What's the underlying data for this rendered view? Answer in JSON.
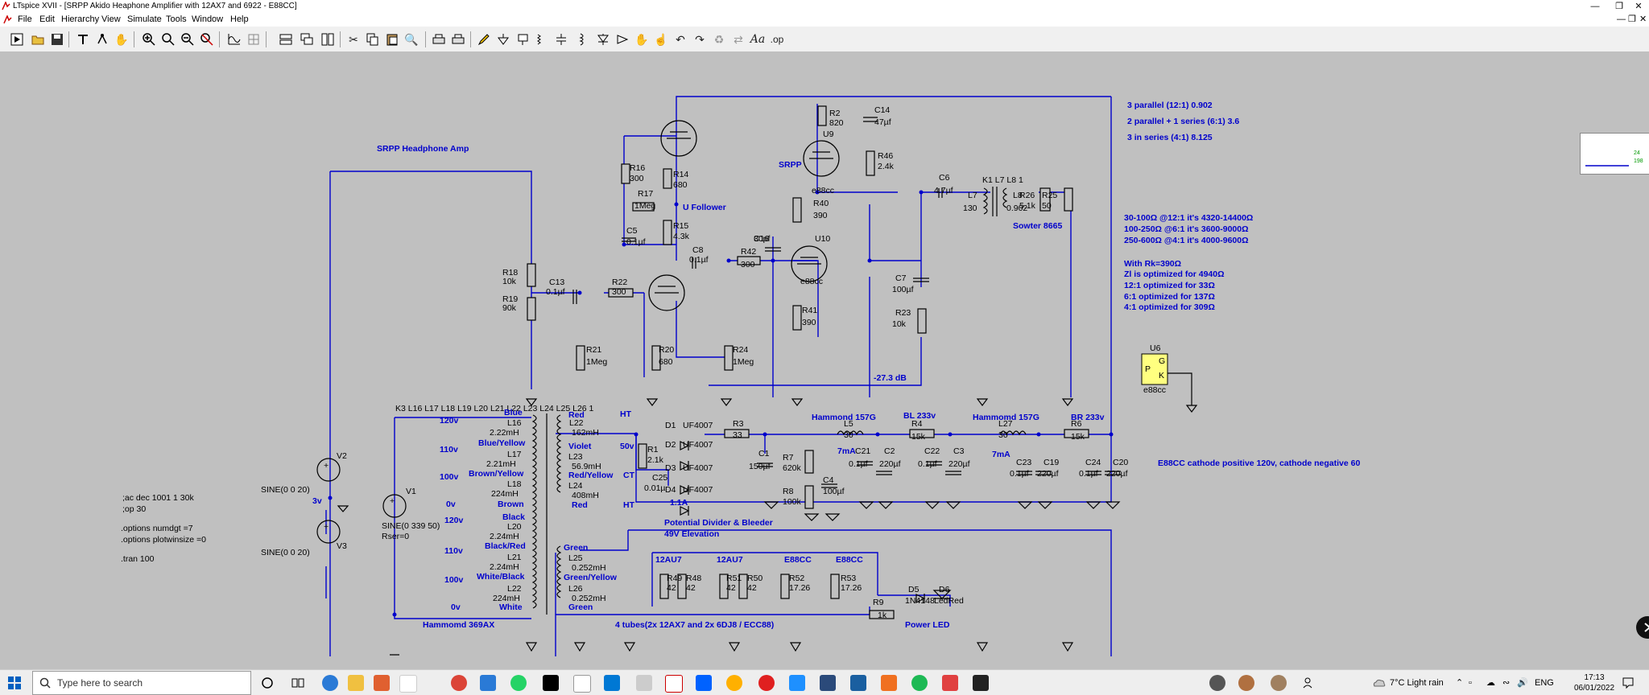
{
  "window": {
    "title": "LTspice XVII - [SRPP Akido Heaphone Amplifier with 12AX7 and 6922 - E88CC]"
  },
  "menu": [
    {
      "label": "File"
    },
    {
      "label": "Edit"
    },
    {
      "label": "Hierarchy"
    },
    {
      "label": "View"
    },
    {
      "label": "Simulate"
    },
    {
      "label": "Tools"
    },
    {
      "label": "Window"
    },
    {
      "label": "Help"
    }
  ],
  "toolbar": {
    "aa_label": "Aa",
    "op_label": ".op"
  },
  "schematic": {
    "header_title": "SRPP Headphone Amp",
    "u_follower": "U Follower",
    "srpp": "SRPP",
    "notes_top": [
      "3 parallel (12:1) 0.902",
      "2 parallel + 1 series (6:1) 3.6",
      "3 in series (4:1) 8.125"
    ],
    "notes_mid": [
      "30-100Ω @12:1 it's 4320-14400Ω",
      "100-250Ω @6:1 it's 3600-9000Ω",
      "250-600Ω @4:1 it's 4000-9600Ω"
    ],
    "notes_rk": [
      "With Rk=390Ω",
      "Zl is optimized for 4940Ω",
      "12:1 optimized for 33Ω",
      "6:1 optimized for 137Ω",
      "4:1 optimized for 309Ω"
    ],
    "cathode_note": "E88CC cathode positive 120v, cathode negative 60",
    "directives": [
      ";ac dec 1001 1 30k",
      ";op 30",
      ".options numdgt =7",
      ".options plotwinsize =0",
      ".tran 100"
    ],
    "gain_db": "-27.3 dB",
    "sowter": "Sowter 8665",
    "k1_label": "K1 L7 L8 1",
    "k3_label": "K3 L16 L17 L18 L19 L20 L21 L22 L23 L24 L25 L26 1",
    "hammond_power": "Hammomd 369AX",
    "tubes_note": "4 tubes(2x 12AX7 and 2x 6DJ8 / ECC88)",
    "power_led": "Power LED",
    "potdiv": "Potential Divider & Bleeder",
    "elevation": "49V Elevation",
    "choke1": "Hammond 157G",
    "choke2": "Hammomd 157G",
    "bl233": "BL 233v",
    "br233": "BR 233v",
    "u6": {
      "ref": "U6",
      "model": "e88cc",
      "pins": [
        "P",
        "G",
        "K"
      ]
    },
    "sources": {
      "v1": {
        "ref": "V1",
        "value": "SINE(0 339 50)",
        "rser": "Rser=0"
      },
      "v2": {
        "ref": "V2",
        "value": "SINE(0 0 20)"
      },
      "v3": {
        "ref": "V3",
        "value": "SINE(0 0 20)"
      },
      "v_3v": "3v"
    },
    "voltages": [
      "120v",
      "110v",
      "100v",
      "0v",
      "120v",
      "110v",
      "100v",
      "0v",
      "50v",
      "HT",
      "CT",
      "HT"
    ],
    "windings": [
      {
        "ref": "L16",
        "val": "2.22mH",
        "color": "Blue"
      },
      {
        "ref": "L17",
        "val": "2.21mH",
        "color": "Blue/Yellow"
      },
      {
        "ref": "L18",
        "val": "224mH",
        "color": "Brown/Yellow"
      },
      {
        "ref": "L19",
        "val": "2.24mH",
        "color": "Brown"
      },
      {
        "ref": "L20",
        "val": "2.24mH",
        "color": "Black"
      },
      {
        "ref": "L21",
        "val": "224mH",
        "color": "Black/Red"
      },
      {
        "ref": "L22",
        "val": "162mH",
        "color": "Red"
      },
      {
        "ref": "L23",
        "val": "56.9mH",
        "color": "Violet"
      },
      {
        "ref": "L24",
        "val": "408mH",
        "color": "Red/Yellow"
      },
      {
        "ref": "L25",
        "val": "0.252mH",
        "color": "Green"
      },
      {
        "ref": "L26",
        "val": "0.252mH",
        "color": "Green/Yellow"
      }
    ],
    "colors_extra": [
      "White/Black",
      "White",
      "Red",
      "Green"
    ],
    "parts": [
      {
        "ref": "R2",
        "val": "820"
      },
      {
        "ref": "C14",
        "val": "47µf"
      },
      {
        "ref": "U9",
        "val": "e88cc"
      },
      {
        "ref": "R46",
        "val": "2.4k"
      },
      {
        "ref": "R16",
        "val": "300"
      },
      {
        "ref": "R14",
        "val": "680"
      },
      {
        "ref": "R17",
        "val": "1Meg"
      },
      {
        "ref": "R15",
        "val": "4.3k"
      },
      {
        "ref": "C5",
        "val": "0.1µf"
      },
      {
        "ref": "C8",
        "val": "0.1µf"
      },
      {
        "ref": "R42",
        "val": "300"
      },
      {
        "ref": "C16",
        "val": "30pf"
      },
      {
        "ref": "U10",
        "val": "e88cc"
      },
      {
        "ref": "R40",
        "val": "390"
      },
      {
        "ref": "R41",
        "val": "390"
      },
      {
        "ref": "R18",
        "val": "10k"
      },
      {
        "ref": "R19",
        "val": "90k"
      },
      {
        "ref": "C13",
        "val": "0.1µf"
      },
      {
        "ref": "R22",
        "val": "300"
      },
      {
        "ref": "R21",
        "val": "1Meg"
      },
      {
        "ref": "R20",
        "val": "680"
      },
      {
        "ref": "R24",
        "val": "1Meg"
      },
      {
        "ref": "C6",
        "val": "4.7µf"
      },
      {
        "ref": "C7",
        "val": "100µf"
      },
      {
        "ref": "R23",
        "val": "10k"
      },
      {
        "ref": "L7",
        "val": "130"
      },
      {
        "ref": "L8",
        "val": "0.902"
      },
      {
        "ref": "R26",
        "val": "5.1k"
      },
      {
        "ref": "R25",
        "val": "50"
      },
      {
        "ref": "D1",
        "val": "UF4007"
      },
      {
        "ref": "D2",
        "val": "UF4007"
      },
      {
        "ref": "D3",
        "val": "UF4007"
      },
      {
        "ref": "D4",
        "val": "UF4007"
      },
      {
        "ref": "R1",
        "val": "2.1k"
      },
      {
        "ref": "C25",
        "val": "0.01µ"
      },
      {
        "ref": "R3",
        "val": "33"
      },
      {
        "ref": "C1",
        "val": "150µf"
      },
      {
        "ref": "R7",
        "val": "620k"
      },
      {
        "ref": "R8",
        "val": "100k"
      },
      {
        "ref": "C4",
        "val": "100µf"
      },
      {
        "ref": "L5",
        "val": "30"
      },
      {
        "ref": "R4",
        "val": "15k"
      },
      {
        "ref": "C21",
        "val": "0.1µf"
      },
      {
        "ref": "C2",
        "val": "220µf"
      },
      {
        "ref": "C22",
        "val": "0.1µf"
      },
      {
        "ref": "C3",
        "val": "220µf"
      },
      {
        "ref": "L27",
        "val": "30"
      },
      {
        "ref": "R6",
        "val": "15k"
      },
      {
        "ref": "C23",
        "val": "0.1µf"
      },
      {
        "ref": "C19",
        "val": "220µf"
      },
      {
        "ref": "C24",
        "val": "0.1µf"
      },
      {
        "ref": "C20",
        "val": "220µf"
      },
      {
        "ref": "R49",
        "val": "42"
      },
      {
        "ref": "R48",
        "val": "42"
      },
      {
        "ref": "R51",
        "val": "42"
      },
      {
        "ref": "R50",
        "val": "42"
      },
      {
        "ref": "R52",
        "val": "17.26"
      },
      {
        "ref": "R53",
        "val": "17.26"
      },
      {
        "ref": "R9",
        "val": "1k"
      },
      {
        "ref": "D5",
        "val": "1N4148"
      },
      {
        "ref": "D6",
        "val": "LedRed"
      }
    ],
    "currents": [
      "7mA",
      "7mA",
      "1.1A"
    ],
    "heater_labels": [
      "12AU7",
      "12AU7",
      "E88CC",
      "E88CC"
    ]
  },
  "taskbar": {
    "search_placeholder": "Type here to search",
    "weather": "7°C  Light rain",
    "lang": "ENG",
    "time": "17:13",
    "date": "06/01/2022"
  }
}
